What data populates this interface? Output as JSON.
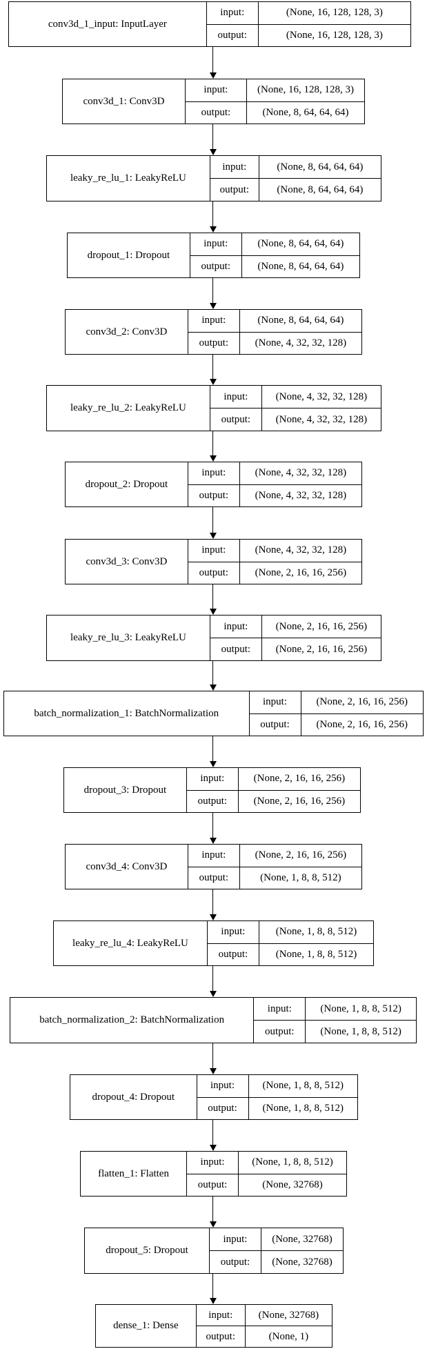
{
  "diagram": {
    "layers": [
      {
        "name": "conv3d_1_input: InputLayer",
        "input_label": "input:",
        "output_label": "output:",
        "input": "(None, 16, 128, 128, 3)",
        "output": "(None, 16, 128, 128, 3)"
      },
      {
        "name": "conv3d_1: Conv3D",
        "input_label": "input:",
        "output_label": "output:",
        "input": "(None, 16, 128, 128, 3)",
        "output": "(None, 8, 64, 64, 64)"
      },
      {
        "name": "leaky_re_lu_1: LeakyReLU",
        "input_label": "input:",
        "output_label": "output:",
        "input": "(None, 8, 64, 64, 64)",
        "output": "(None, 8, 64, 64, 64)"
      },
      {
        "name": "dropout_1: Dropout",
        "input_label": "input:",
        "output_label": "output:",
        "input": "(None, 8, 64, 64, 64)",
        "output": "(None, 8, 64, 64, 64)"
      },
      {
        "name": "conv3d_2: Conv3D",
        "input_label": "input:",
        "output_label": "output:",
        "input": "(None, 8, 64, 64, 64)",
        "output": "(None, 4, 32, 32, 128)"
      },
      {
        "name": "leaky_re_lu_2: LeakyReLU",
        "input_label": "input:",
        "output_label": "output:",
        "input": "(None, 4, 32, 32, 128)",
        "output": "(None, 4, 32, 32, 128)"
      },
      {
        "name": "dropout_2: Dropout",
        "input_label": "input:",
        "output_label": "output:",
        "input": "(None, 4, 32, 32, 128)",
        "output": "(None, 4, 32, 32, 128)"
      },
      {
        "name": "conv3d_3: Conv3D",
        "input_label": "input:",
        "output_label": "output:",
        "input": "(None, 4, 32, 32, 128)",
        "output": "(None, 2, 16, 16, 256)"
      },
      {
        "name": "leaky_re_lu_3: LeakyReLU",
        "input_label": "input:",
        "output_label": "output:",
        "input": "(None, 2, 16, 16, 256)",
        "output": "(None, 2, 16, 16, 256)"
      },
      {
        "name": "batch_normalization_1: BatchNormalization",
        "input_label": "input:",
        "output_label": "output:",
        "input": "(None, 2, 16, 16, 256)",
        "output": "(None, 2, 16, 16, 256)"
      },
      {
        "name": "dropout_3: Dropout",
        "input_label": "input:",
        "output_label": "output:",
        "input": "(None, 2, 16, 16, 256)",
        "output": "(None, 2, 16, 16, 256)"
      },
      {
        "name": "conv3d_4: Conv3D",
        "input_label": "input:",
        "output_label": "output:",
        "input": "(None, 2, 16, 16, 256)",
        "output": "(None, 1, 8, 8, 512)"
      },
      {
        "name": "leaky_re_lu_4: LeakyReLU",
        "input_label": "input:",
        "output_label": "output:",
        "input": "(None, 1, 8, 8, 512)",
        "output": "(None, 1, 8, 8, 512)"
      },
      {
        "name": "batch_normalization_2: BatchNormalization",
        "input_label": "input:",
        "output_label": "output:",
        "input": "(None, 1, 8, 8, 512)",
        "output": "(None, 1, 8, 8, 512)"
      },
      {
        "name": "dropout_4: Dropout",
        "input_label": "input:",
        "output_label": "output:",
        "input": "(None, 1, 8, 8, 512)",
        "output": "(None, 1, 8, 8, 512)"
      },
      {
        "name": "flatten_1: Flatten",
        "input_label": "input:",
        "output_label": "output:",
        "input": "(None, 1, 8, 8, 512)",
        "output": "(None, 32768)"
      },
      {
        "name": "dropout_5: Dropout",
        "input_label": "input:",
        "output_label": "output:",
        "input": "(None, 32768)",
        "output": "(None, 32768)"
      },
      {
        "name": "dense_1: Dense",
        "input_label": "input:",
        "output_label": "output:",
        "input": "(None, 32768)",
        "output": "(None, 1)"
      }
    ]
  }
}
